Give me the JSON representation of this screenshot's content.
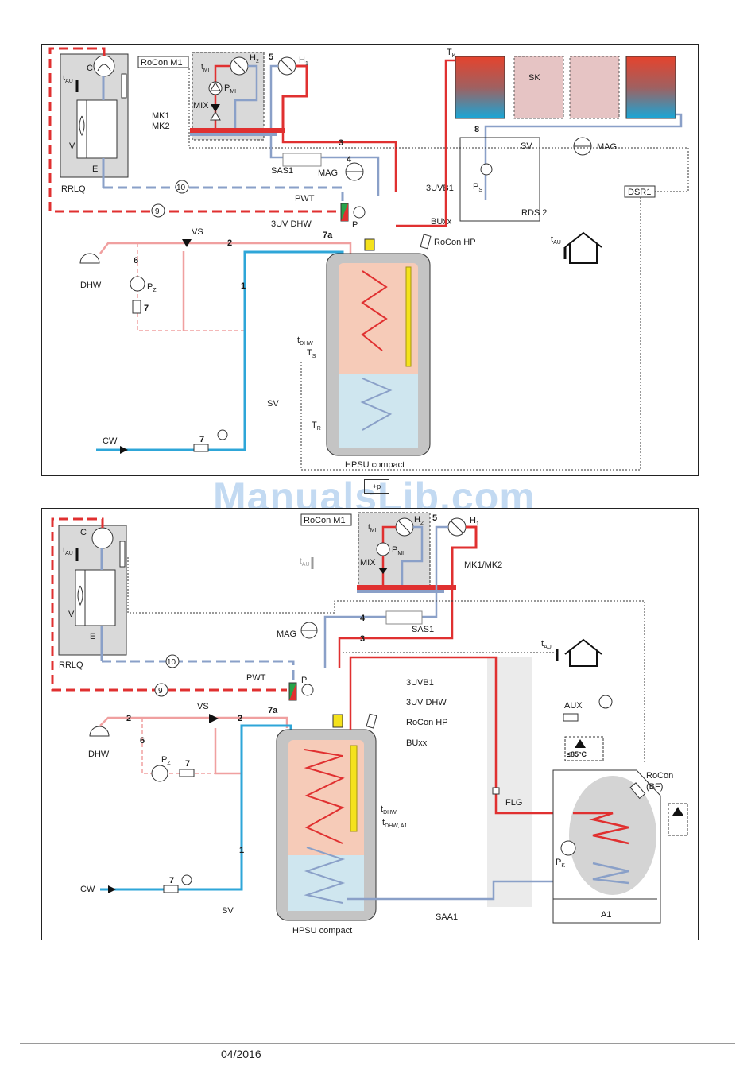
{
  "page": {
    "footer_date": "04/2016",
    "watermark": "ManualsLib.com"
  },
  "diagram1": {
    "title_unit": "HPSU compact",
    "rrlq": {
      "label": "RRLQ",
      "compressor": "C",
      "fan": "V",
      "expansion": "E",
      "outdoor_sensor": "tAU"
    },
    "controller": "RoCon M1",
    "mixer": {
      "sensor": "tMI",
      "pump": "PMI",
      "valve": "MIX",
      "group": [
        "MK1",
        "MK2"
      ]
    },
    "heating_circuits": [
      "H2",
      "H1"
    ],
    "line_numbers": [
      "1",
      "2",
      "3",
      "4",
      "5",
      "6",
      "7",
      "7",
      "7a",
      "8"
    ],
    "circled_numbers": [
      "9",
      "10"
    ],
    "components": [
      "SAS1",
      "MAG",
      "PWT",
      "P",
      "3UVB1",
      "3UV DHW",
      "BUxx",
      "RoCon HP",
      "VS",
      "DHW",
      "PZ",
      "CW",
      "SV",
      "tDHW",
      "TS",
      "TR"
    ],
    "solar": {
      "collector": "SK",
      "sensor": "TK",
      "pump": "PS",
      "station": "RDS 2",
      "relief": "SV",
      "expansion": "MAG",
      "controller": "DSR1"
    },
    "house_sensor": "tAU"
  },
  "diagram2": {
    "title_unit": "HPSU compact",
    "rrlq": {
      "label": "RRLQ",
      "compressor": "C",
      "fan": "V",
      "expansion": "E",
      "outdoor_sensor": "tAU"
    },
    "controller": "RoCon M1",
    "ghost_sensor": "tAU",
    "mixer": {
      "sensor": "tMI",
      "pump": "PMI",
      "valve": "MIX",
      "group": "MK1/MK2"
    },
    "heating_circuits": [
      "H2",
      "H1"
    ],
    "line_numbers": [
      "1",
      "2",
      "2",
      "3",
      "4",
      "5",
      "6",
      "7",
      "7",
      "7a"
    ],
    "circled_numbers": [
      "9",
      "10"
    ],
    "components": [
      "SAS1",
      "MAG",
      "PWT",
      "P",
      "3UVB1",
      "3UV DHW",
      "RoCon HP",
      "BUxx",
      "VS",
      "DHW",
      "PZ",
      "CW",
      "SV",
      "tDHW",
      "tDHW, A1",
      "SAA1",
      "FLG"
    ],
    "boiler": {
      "label": "A1",
      "pump": "PK",
      "controller": "RoCon",
      "controller_sub": "(BF)",
      "aux": "AUX",
      "limit": "≤85°C"
    },
    "house_sensor": "tAU"
  },
  "labels": {
    "C": "C",
    "tAU_t": "t",
    "tAU_sub": "AU",
    "V": "V",
    "E": "E",
    "RRLQ": "RRLQ",
    "RoConM1": "RoCon M1",
    "tMI_t": "t",
    "tMI_sub": "MI",
    "P": "P",
    "PMI_sub": "MI",
    "MIX": "MIX",
    "MK1": "MK1",
    "MK2": "MK2",
    "MK12": "MK1/MK2",
    "H": "H",
    "sub1": "1",
    "sub2": "2",
    "n1": "1",
    "n2": "2",
    "n3": "3",
    "n4": "4",
    "n5": "5",
    "n6": "6",
    "n7": "7",
    "n7a": "7a",
    "n8": "8",
    "c9": "9",
    "c10": "10",
    "SAS1": "SAS1",
    "MAG": "MAG",
    "PWT": "PWT",
    "UVB1": "3UVB1",
    "UVDHW": "3UV DHW",
    "BUxx": "BUxx",
    "RoConHP": "RoCon HP",
    "VS": "VS",
    "DHW": "DHW",
    "PZ_sub": "Z",
    "CW": "CW",
    "SV": "SV",
    "tDHW_sub": "DHW",
    "T": "T",
    "TS_sub": "S",
    "TR_sub": "R",
    "TK_sub": "K",
    "PS_sub": "S",
    "PK_sub": "K",
    "SK": "SK",
    "RDS2": "RDS 2",
    "DSR1": "DSR1",
    "HPSU": "HPSU compact",
    "tDHWA1_sub": "DHW, A1",
    "SAA1": "SAA1",
    "FLG": "FLG",
    "AUX": "AUX",
    "limit": "≤85°C",
    "RoCon": "RoCon",
    "BF": "(BF)",
    "A1": "A1",
    "plusp": "+p"
  }
}
